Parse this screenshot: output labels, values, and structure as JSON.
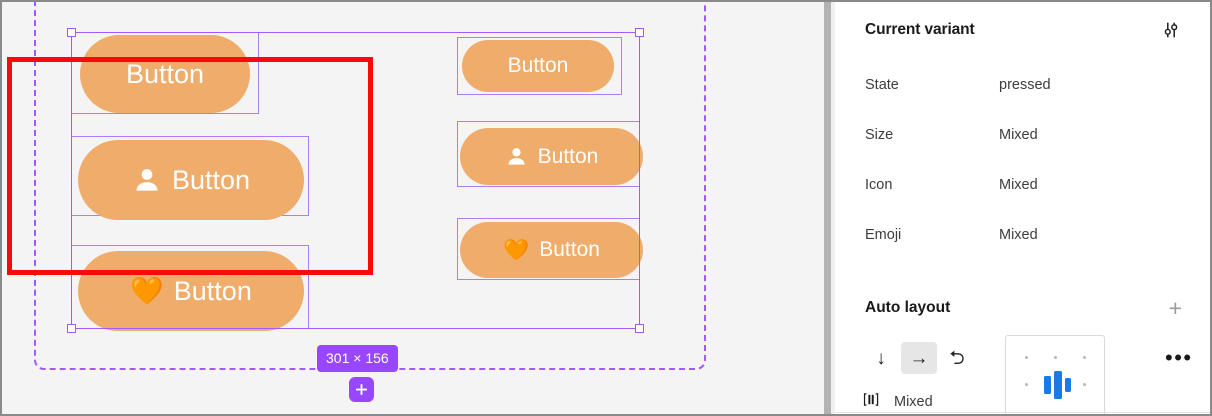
{
  "canvas": {
    "selection_size_badge": "301 × 156",
    "add_button_icon": "plus-icon",
    "frame_label": "auto-layout-frame",
    "buttons": [
      {
        "id": "btn-large-plain",
        "label": "Button",
        "icon": "none",
        "emoji": "",
        "variant": "large"
      },
      {
        "id": "btn-large-person",
        "label": "Button",
        "icon": "person",
        "emoji": "",
        "variant": "large"
      },
      {
        "id": "btn-large-heart",
        "label": "Button",
        "icon": "none",
        "emoji": "🧡",
        "variant": "large"
      },
      {
        "id": "btn-small-plain",
        "label": "Button",
        "icon": "none",
        "emoji": "",
        "variant": "small"
      },
      {
        "id": "btn-small-person",
        "label": "Button",
        "icon": "person",
        "emoji": "",
        "variant": "small"
      },
      {
        "id": "btn-small-heart",
        "label": "Button",
        "icon": "none",
        "emoji": "🧡",
        "variant": "small"
      }
    ]
  },
  "panel": {
    "current_variant": {
      "title": "Current variant",
      "settings_icon": "sliders-icon",
      "properties": [
        {
          "name": "State",
          "value": "pressed"
        },
        {
          "name": "Size",
          "value": "Mixed"
        },
        {
          "name": "Icon",
          "value": "Mixed"
        },
        {
          "name": "Emoji",
          "value": "Mixed"
        }
      ]
    },
    "auto_layout": {
      "title": "Auto layout",
      "add_icon": "plus-icon",
      "directions": [
        {
          "id": "vertical",
          "icon": "arrow-down-icon",
          "glyph": "↓",
          "active": false
        },
        {
          "id": "horizontal",
          "icon": "arrow-right-icon",
          "glyph": "→",
          "active": true
        },
        {
          "id": "wrap",
          "icon": "wrap-icon",
          "glyph": "⮌",
          "active": false
        }
      ],
      "spacing": {
        "icon": "spacing-icon",
        "value": "Mixed"
      },
      "alignment_widget": "alignment-grid",
      "more_options_icon": "more-horizontal-icon"
    }
  },
  "colors": {
    "button_fill": "#efac6a",
    "selection_purple": "#a259ff",
    "badge_purple": "#9747ff",
    "highlight_red": "#f60a0a",
    "accent_blue": "#1a7ae8",
    "canvas_bg": "#f4f4f4"
  }
}
